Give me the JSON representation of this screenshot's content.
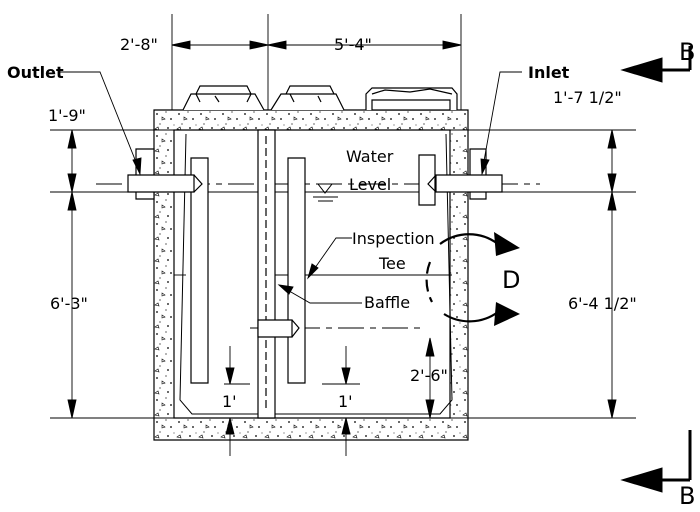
{
  "labels": {
    "outlet": "Outlet",
    "inlet": "Inlet",
    "water_level_1": "Water",
    "water_level_2": "Level",
    "inspection_1": "Inspection",
    "inspection_2": "Tee",
    "baffle": "Baffle",
    "detail": "D",
    "section_top": "B",
    "section_bottom": "B"
  },
  "dimensions": {
    "left_width": "2'-8\"",
    "right_width": "5'-4\"",
    "outlet_height": "1'-9\"",
    "inlet_height": "1'-7 1/2\"",
    "left_depth": "6'-3\"",
    "right_depth": "6'-4 1/2\"",
    "baffle_opening": "2'-6\"",
    "left_clearance": "1'",
    "right_clearance": "1'"
  }
}
